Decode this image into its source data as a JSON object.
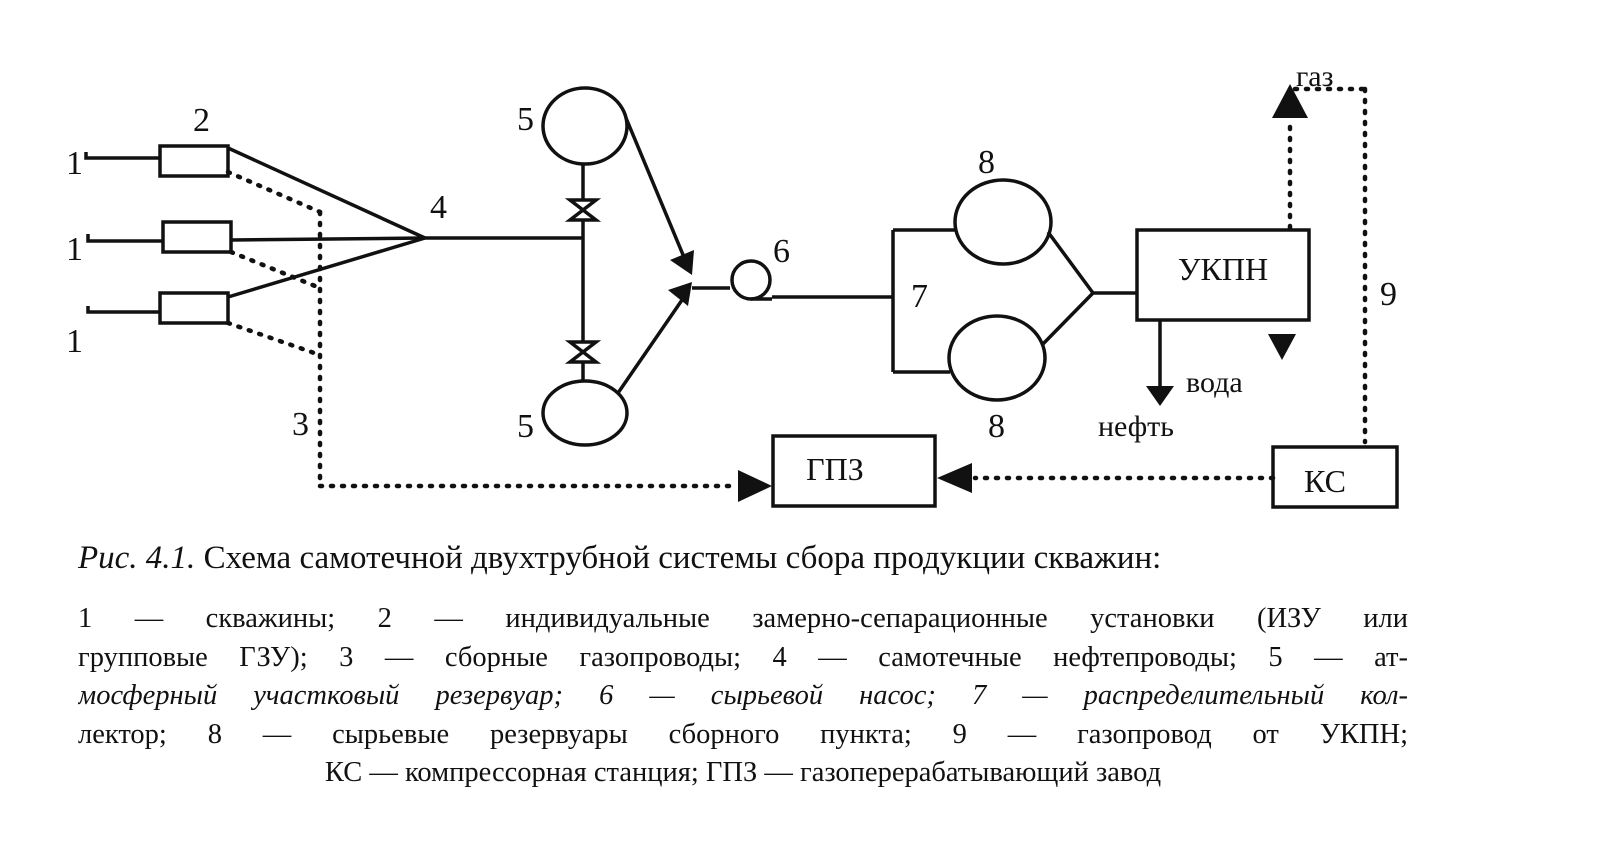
{
  "diagram": {
    "labels": {
      "well_1a": "1",
      "well_1b": "1",
      "well_1c": "1",
      "izu": "2",
      "gas_collector": "3",
      "gravity_pipeline": "4",
      "tank_top": "5",
      "tank_bottom": "5",
      "pump": "6",
      "collector": "7",
      "raw_tank_top": "8",
      "raw_tank_bottom": "8",
      "gas_pipeline_ukpn": "9",
      "gas": "газ",
      "water": "вода",
      "oil": "нефть"
    },
    "boxes": {
      "ukpn": "УКПН",
      "gpz": "ГПЗ",
      "ks": "КС"
    }
  },
  "caption": {
    "fig_label": "Рис. 4.1.",
    "title": "Схема самотечной двухтрубной системы сбора продукции скважин:"
  },
  "legend": {
    "line1": "1 — скважины; 2 — индивидуальные замерно-сепарационные установки (ИЗУ или",
    "line2": "групповые ГЗУ); 3 — сборные газопроводы; 4 — самотечные нефтепроводы; 5 — ат-",
    "line3": "мосферный участковый резервуар; 6 — сырьевой насос; 7 — распределительный кол-",
    "line4": "лектор; 8 — сырьевые резервуары сборного пункта; 9 — газопровод от УКПН;",
    "line5": "КС — компрессорная станция; ГПЗ — газоперерабатывающий завод"
  }
}
